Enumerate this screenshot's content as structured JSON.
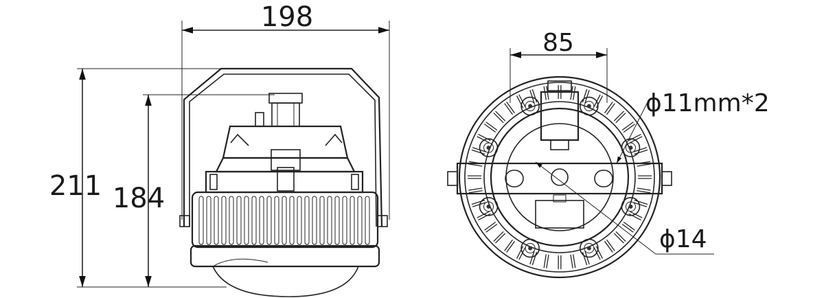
{
  "side_view": {
    "width_dim": "198",
    "height_outer_dim": "211",
    "height_inner_dim": "184"
  },
  "front_view": {
    "bracket_spacing_dim": "85",
    "mount_hole_label": "ϕ11mm*2",
    "center_hole_label": "ϕ14"
  }
}
